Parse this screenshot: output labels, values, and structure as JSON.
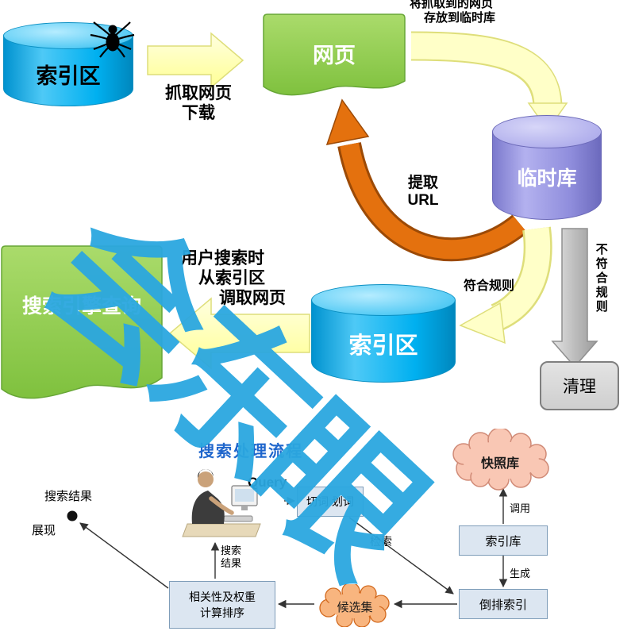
{
  "colors": {
    "cyan_db": "#00b0f0",
    "purple_db": "#8f8ddc",
    "green_doc": "#92d050",
    "yellow_arrow": "#ffffc8",
    "orange_arrow": "#e4710e",
    "gray_arrow": "#c0c0c0",
    "flow_box": "#dce6f1",
    "snapshot_cloud": "#f9c7b4",
    "candidate_cloud": "#f8b57f",
    "watermark_blue": "#2ba7e0",
    "title_blue": "#1f66cc"
  },
  "diagram": {
    "top": {
      "source_db_label": "索引区",
      "crawl_note": [
        "抓取网页",
        "下载"
      ],
      "webpage_label": "网页",
      "store_note": [
        "将抓取到的网页",
        "存放到临时库"
      ],
      "temp_db_label": "临时库",
      "extract_note": [
        "提取",
        "URL"
      ],
      "match_rule_label": "符合规则",
      "not_match_rule_label": "不符合规则",
      "clean_label": "清理",
      "index_db_label": "索引区",
      "query_doc_label": "搜索引擎查询",
      "mid_note": [
        "用户搜索时",
        "从索引区",
        "调取网页"
      ]
    },
    "bottom": {
      "title": "搜索处理流程",
      "query_label": "Query",
      "segmentation_box": "切词 划词",
      "snapshot_cloud": "快照库",
      "index_store_box": "索引库",
      "inverted_index_box": "倒排索引",
      "candidate_set": "候选集",
      "ranking_box": [
        "相关性及权重",
        "计算排序"
      ],
      "search_result_label": [
        "搜索",
        "结果"
      ],
      "result_display_label": [
        "搜索结果",
        "展现"
      ],
      "retrieve_label": "检索",
      "call_label": "调用",
      "generate_label": "生成"
    }
  },
  "watermark": {
    "text": "会东眼"
  },
  "icons": {
    "spider": "spider-icon",
    "user_at_computer": "user-at-computer-illustration"
  }
}
